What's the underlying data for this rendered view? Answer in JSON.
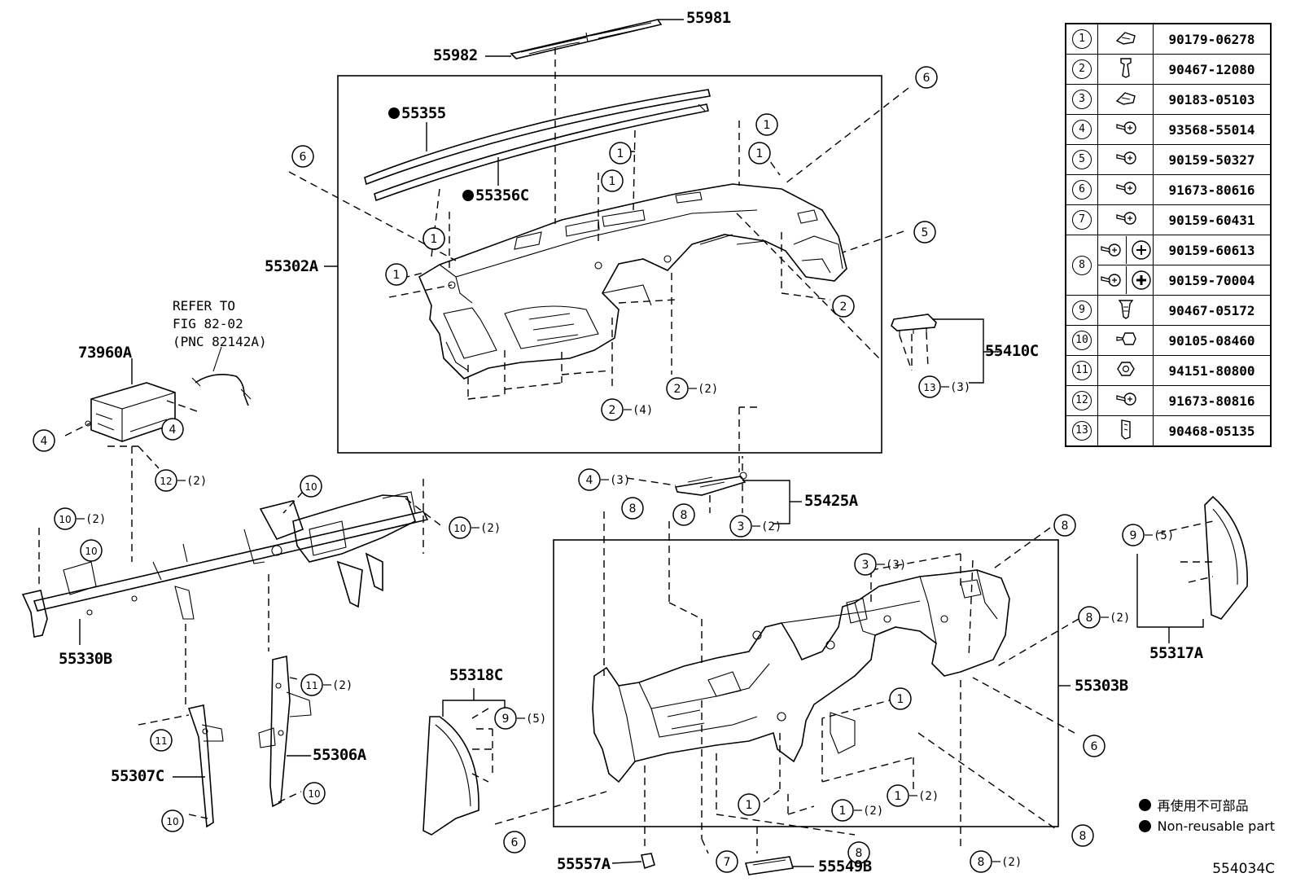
{
  "part_labels": {
    "p55981": "55981",
    "p55982": "55982",
    "p55355": "55355",
    "p55356c": "55356C",
    "p55302a": "55302A",
    "p73960a": "73960A",
    "p55410c": "55410C",
    "p55425a": "55425A",
    "p55330b": "55330B",
    "p55307c": "55307C",
    "p55306a": "55306A",
    "p55318c": "55318C",
    "p55317a": "55317A",
    "p55303b": "55303B",
    "p55557a": "55557A",
    "p55549b": "55549B"
  },
  "refer_note": [
    "REFER TO",
    "FIG 82-02",
    "(PNC 82142A)"
  ],
  "callouts": [
    {
      "n": "6"
    },
    {
      "n": "1"
    },
    {
      "n": "1"
    },
    {
      "n": "1"
    },
    {
      "n": "1"
    },
    {
      "n": "1"
    },
    {
      "n": "6"
    },
    {
      "n": "1"
    },
    {
      "n": "1"
    },
    {
      "n": "5"
    },
    {
      "n": "2"
    },
    {
      "n": "2",
      "q": "(2)"
    },
    {
      "n": "2",
      "q": "(4)"
    },
    {
      "n": "13",
      "q": "(3)"
    },
    {
      "n": "4"
    },
    {
      "n": "4"
    },
    {
      "n": "12",
      "q": "(2)"
    },
    {
      "n": "4",
      "q": "(3)"
    },
    {
      "n": "3",
      "q": "(2)"
    },
    {
      "n": "8"
    },
    {
      "n": "8"
    },
    {
      "n": "10"
    },
    {
      "n": "10",
      "q": "(2)"
    },
    {
      "n": "10"
    },
    {
      "n": "10",
      "q": "(2)"
    },
    {
      "n": "11",
      "q": "(2)"
    },
    {
      "n": "11"
    },
    {
      "n": "10"
    },
    {
      "n": "10"
    },
    {
      "n": "9",
      "q": "(5)"
    },
    {
      "n": "8"
    },
    {
      "n": "9",
      "q": "(5)"
    },
    {
      "n": "3",
      "q": "(3)"
    },
    {
      "n": "8",
      "q": "(2)"
    },
    {
      "n": "6"
    },
    {
      "n": "1"
    },
    {
      "n": "1"
    },
    {
      "n": "1",
      "q": "(2)"
    },
    {
      "n": "1",
      "q": "(2)"
    },
    {
      "n": "6"
    },
    {
      "n": "7"
    },
    {
      "n": "8"
    },
    {
      "n": "8",
      "q": "(2)"
    },
    {
      "n": "8"
    }
  ],
  "fasteners": [
    {
      "num": "1",
      "part": "90179-06278",
      "icon": "clip-nut-icon"
    },
    {
      "num": "2",
      "part": "90467-12080",
      "icon": "push-clip-icon"
    },
    {
      "num": "3",
      "part": "90183-05103",
      "icon": "clip-nut-icon"
    },
    {
      "num": "4",
      "part": "93568-55014",
      "icon": "screw-icon"
    },
    {
      "num": "5",
      "part": "90159-50327",
      "icon": "screw-icon"
    },
    {
      "num": "6",
      "part": "91673-80616",
      "icon": "screw-icon"
    },
    {
      "num": "7",
      "part": "90159-60431",
      "icon": "screw-icon"
    },
    {
      "num": "8",
      "part": "90159-60613",
      "part2": "90159-70004",
      "icon": "screw-icon"
    },
    {
      "num": "9",
      "part": "90467-05172",
      "icon": "pin-clip-icon"
    },
    {
      "num": "10",
      "part": "90105-08460",
      "icon": "bolt-icon"
    },
    {
      "num": "11",
      "part": "94151-80800",
      "icon": "nut-icon"
    },
    {
      "num": "12",
      "part": "91673-80816",
      "icon": "screw-icon"
    },
    {
      "num": "13",
      "part": "90468-05135",
      "icon": "clip-icon"
    }
  ],
  "legend": {
    "jp": "再使用不可部品",
    "en": "Non-reusable part"
  },
  "figure_id": "554034C"
}
